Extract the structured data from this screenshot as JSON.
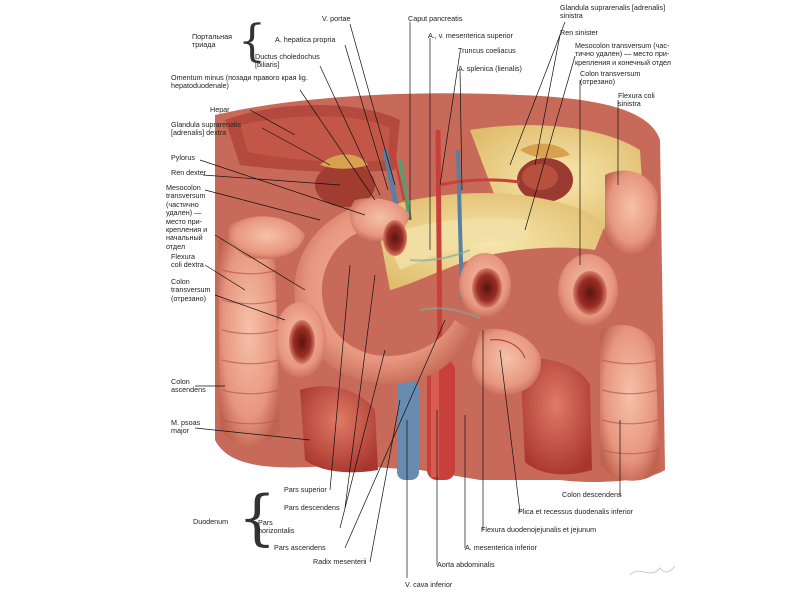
{
  "groups": {
    "porta": "Портальная\nтриада",
    "duodenum": "Duodenum"
  },
  "labels": {
    "v_portae": "V. portae",
    "a_hepatica_propria": "A. hepatica propria",
    "ductus_choledochus": "Ductus choledochus\n[biliaris]",
    "omentum_minus": "Omentum minus (позади правого края lig.\nhepatoduodenale)",
    "hepar": "Hepar",
    "glandula_dextra": "Glandula suprarenalis\n[adrenalis] dextra",
    "pylorus": "Pylorus",
    "ren_dexter": "Ren dexter",
    "mesocolon_dexter": "Mesocolon\ntransversum\n(частично\nудален) —\nместо при-\nкрепления и\nначальный\nотдел",
    "flexura_dextra": "Flexura\ncoli dextra",
    "colon_transversum_left": "Colon\ntransversum\n(отрезано)",
    "colon_ascendens": "Colon\nascendens",
    "psoas": "M. psoas\nmajor",
    "caput_pancreatis": "Caput pancreatis",
    "mesenterica_superior": "A., v. mesenterica superior",
    "truncus_coeliacus": "Truncus coeliacus",
    "a_splenica": "A. splenica (lienalis)",
    "glandula_sinistra": "Glandula suprarenalis [adrenalis]\nsinistra",
    "ren_sinister": "Ren sinister",
    "mesocolon_sinister": "Mesocolon transversum (час-\nтично удален) — место при-\nкрепления и конечный отдел",
    "colon_transversum_right": "Colon transversum\n(отрезано)",
    "flexura_sinistra": "Flexura coli\nsinistra",
    "colon_descendens": "Colon descendens",
    "plica_duodenalis": "Plica et recessus duodenalis inferior",
    "flexura_duodenojejunalis": "Flexura duodenojejunalis et jejunum",
    "mesenterica_inferior": "A. mesenterica inferior",
    "aorta": "Aorta abdominalis",
    "v_cava": "V. cava inferior",
    "radix_mesenterii": "Radix mesenterii",
    "pars_superior": "Pars superior",
    "pars_descendens": "Pars descendens",
    "pars_horizontalis": "Pars\nhorizontalis",
    "pars_ascendens": "Pars ascendens"
  },
  "colors": {
    "intestine": "#e7967f",
    "intestine_dark": "#b8463a",
    "muscle": "#c8504a",
    "fat": "#eed28c",
    "pancreas": "#efe3b8",
    "kidney": "#8a2a22",
    "vessel_red": "#c8403a",
    "vessel_blue": "#5a7fa0",
    "bile": "#5b9b70",
    "leader": "#111111"
  }
}
